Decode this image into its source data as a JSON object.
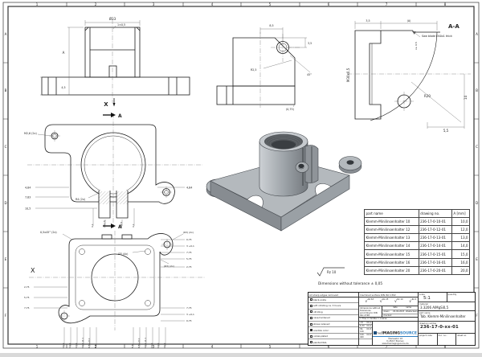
{
  "sheet": {
    "frame_cols": [
      "1",
      "2",
      "3",
      "4",
      "5",
      "6",
      "7",
      "8"
    ],
    "frame_rows": [
      "A",
      "B",
      "C",
      "D",
      "E",
      "F"
    ]
  },
  "views": {
    "front": {
      "dia": "Ø33",
      "cham": "1±0,5",
      "height_a": "A",
      "flange": "4,5",
      "marker": "X"
    },
    "side": {
      "w": "8,5",
      "h": "3,5",
      "r": "R2,5",
      "angle": "45°",
      "step": "(0,75)"
    },
    "section": {
      "label": "A-A",
      "t": "3,5",
      "a": "(A)",
      "saw": "Saw blade Ø40x1 thick",
      "ca": "ca. 0,5",
      "thread": "M30x0,5",
      "r": "R20",
      "side": "14",
      "bottom": "5,5"
    },
    "plan": {
      "marker": "A",
      "thread": "M2,6 (2x)",
      "l1": "4,84",
      "l2": "7,83",
      "l3": "10,5",
      "r1": "4,84",
      "radius": "R4 (2x)",
      "s1": "4,1",
      "s2": "(Ø2,7)",
      "s3": "M2,5",
      "s4": "4,1"
    },
    "bottom": {
      "marker": "X",
      "cham": "0,5x45° (2x)",
      "holes": "Ø3 (4x)",
      "r1": "(R3) (2x)",
      "r2": "(R3) (2x)",
      "left": [
        "2,75",
        "5,75",
        "7,75"
      ],
      "right": [
        "0,75",
        "3 +0,1",
        "7,75",
        "5,75",
        "2,75",
        "7,75",
        "3 +0,1",
        "0,75"
      ],
      "bot_left": [
        "16,5",
        "14,5",
        "13,5",
        "10,5 -0,1",
        "9,5 +0,1",
        "8,5"
      ],
      "bot_right": [
        "8,5",
        "9,5 +0,1",
        "10,5 -0,1",
        "13,5",
        "14,5",
        "16,5"
      ]
    }
  },
  "notes": {
    "surface": "Rz 10",
    "tolerance": "Dimensions without tolerance ± 0,05"
  },
  "parts_table": {
    "headers": [
      "part name",
      "drawing no.",
      "A [mm]"
    ],
    "rows": [
      [
        "Klemm-Minilinsenhalter 10",
        "236-17-0-10-01",
        "10,0"
      ],
      [
        "Klemm-Minilinsenhalter 12",
        "236-17-0-12-01",
        "12,0"
      ],
      [
        "Klemm-Minilinsenhalter 13",
        "236-17-0-13-01",
        "13,0"
      ],
      [
        "Klemm-Minilinsenhalter 14",
        "236-17-0-14-01",
        "14,0"
      ],
      [
        "Klemm-Minilinsenhalter 15",
        "236-17-0-15-01",
        "15,0"
      ],
      [
        "Klemm-Minilinsenhalter 16",
        "236-17-0-16-01",
        "16,0"
      ],
      [
        "Klemm-Minilinsenhalter 20",
        "236-17-0-20-01",
        "20,0"
      ]
    ]
  },
  "title_block": {
    "edges_note": "All sharp edges removed",
    "checklist": [
      {
        "label": "black-oxide",
        "checked": false
      },
      {
        "label": "soft nitriding ca. 3 hours",
        "checked": false
      },
      {
        "label": "nitriding",
        "checked": false
      },
      {
        "label": "case-hardened",
        "checked": false
      },
      {
        "label": "stress relieved",
        "checked": false
      },
      {
        "label": "anodize   color:",
        "checked": true
      },
      {
        "label": "nickel-plated",
        "checked": false
      },
      {
        "label": "painted RAL",
        "checked": false
      }
    ],
    "machined_note": "machined surface DIN ISO 1302",
    "surface_marks": [
      "Rz 63",
      "Rz 25",
      "Rz 10",
      "Rz 4"
    ],
    "tol_note": "dimensions without tolerances according to DIN ISO 2768",
    "finish_options": "☐ fine   ☐ middle   ☐ coarse",
    "tol_table": [
      [
        "<6",
        "±0,1"
      ],
      [
        "6-30",
        "±0,2"
      ],
      [
        "30-120",
        "±0,3"
      ],
      [
        "120-400",
        "±0,5"
      ]
    ],
    "sign_header": [
      "date",
      "name"
    ],
    "sign_rows": [
      [
        "drawn",
        "29.09.2003",
        "Westerkamp"
      ],
      [
        "checked",
        "",
        ""
      ]
    ],
    "scale_label": "scale",
    "scale_value": "5:1",
    "quantity_label": "quantity",
    "quantity_value": "",
    "material_label": "material",
    "material_value": "3.3206 AlMgSi0,5",
    "partname_label": "part name",
    "partname_value": "Tab. Klemm-Minilinsenhalter",
    "drawingno_label": "drawing number",
    "drawingno_value": "236-17-0-xx-01",
    "footer_labels": [
      "project code:",
      "doc. no.:",
      "sheet no."
    ],
    "company": {
      "name_prefix": "THE",
      "name_main": "IMAGING",
      "name_accent": "SOURCE",
      "address1": "Überseetor 18",
      "address2": "D-28217 Bremen",
      "address3": "www.theimagingsource.de",
      "accent_color": "#2e7fc1"
    }
  }
}
